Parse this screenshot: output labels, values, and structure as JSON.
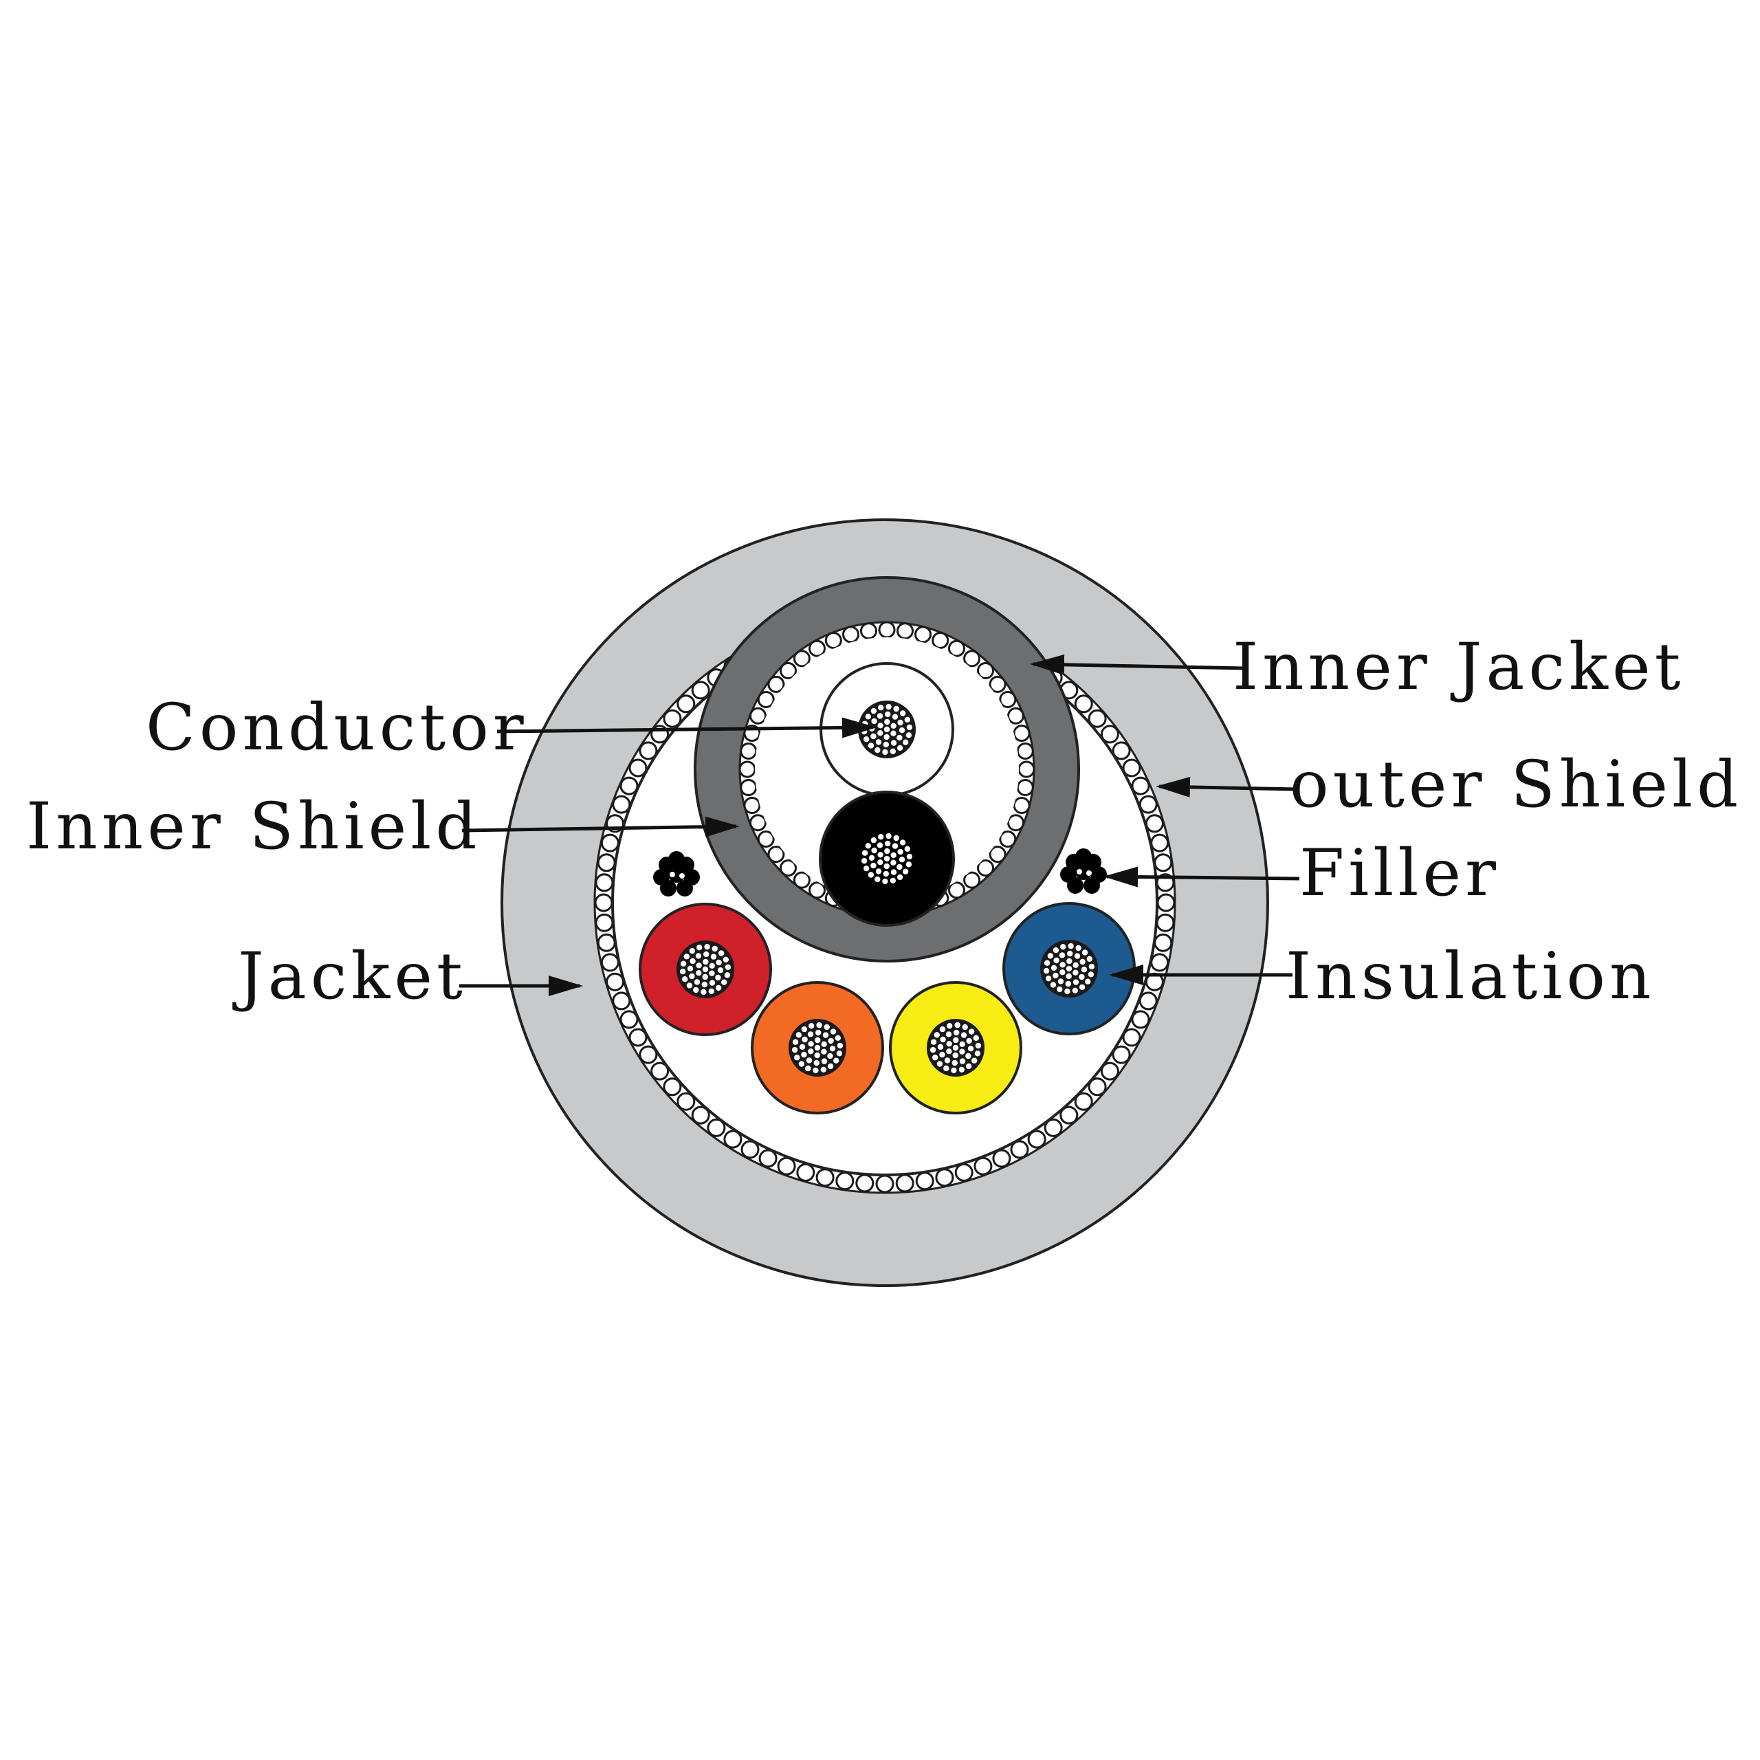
{
  "labels": {
    "inner_jacket": "Inner Jacket",
    "conductor": "Conductor",
    "outer_shield": "outer Shield",
    "inner_shield": "Inner Shield",
    "filler": "Filler",
    "jacket": "Jacket",
    "insulation": "Insulation"
  },
  "colors": {
    "jacket": "#c8c9cb",
    "inner_jacket": "#6d6e70",
    "white": "#ffffff",
    "black": "#000000",
    "insulation_red": "#d0202a",
    "insulation_orange": "#f36a24",
    "insulation_yellow": "#f7ec13",
    "insulation_blue": "#1c5a8f"
  }
}
